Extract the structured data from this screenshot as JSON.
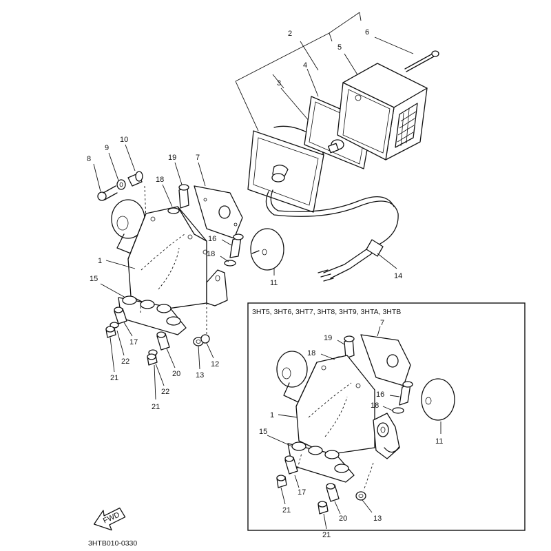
{
  "callouts": [
    {
      "id": "c2",
      "text": "2"
    },
    {
      "id": "c3",
      "text": "3"
    },
    {
      "id": "c4",
      "text": "4"
    },
    {
      "id": "c5",
      "text": "5"
    },
    {
      "id": "c6",
      "text": "6"
    },
    {
      "id": "c7",
      "text": "7"
    },
    {
      "id": "c8",
      "text": "8"
    },
    {
      "id": "c9",
      "text": "9"
    },
    {
      "id": "c10",
      "text": "10"
    },
    {
      "id": "c19",
      "text": "19"
    },
    {
      "id": "c18",
      "text": "18"
    },
    {
      "id": "c16",
      "text": "16"
    },
    {
      "id": "c18b",
      "text": "18"
    },
    {
      "id": "c1",
      "text": "1"
    },
    {
      "id": "c15",
      "text": "15"
    },
    {
      "id": "c11",
      "text": "11"
    },
    {
      "id": "c14",
      "text": "14"
    },
    {
      "id": "c17",
      "text": "17"
    },
    {
      "id": "c22",
      "text": "22"
    },
    {
      "id": "c21",
      "text": "21"
    },
    {
      "id": "c20",
      "text": "20"
    },
    {
      "id": "c22b",
      "text": "22"
    },
    {
      "id": "c21b",
      "text": "21"
    },
    {
      "id": "c13",
      "text": "13"
    },
    {
      "id": "c12",
      "text": "12"
    }
  ],
  "inset": {
    "title": "3HT5, 3HT6, 3HT7, 3HT8, 3HT9, 3HTA, 3HTB",
    "callouts": [
      {
        "id": "i7",
        "text": "7"
      },
      {
        "id": "i19",
        "text": "19"
      },
      {
        "id": "i18",
        "text": "18"
      },
      {
        "id": "i16",
        "text": "16"
      },
      {
        "id": "i18b",
        "text": "18"
      },
      {
        "id": "i1",
        "text": "1"
      },
      {
        "id": "i11",
        "text": "11"
      },
      {
        "id": "i15",
        "text": "15"
      },
      {
        "id": "i17",
        "text": "17"
      },
      {
        "id": "i21",
        "text": "21"
      },
      {
        "id": "i20",
        "text": "20"
      },
      {
        "id": "i13",
        "text": "13"
      },
      {
        "id": "i21b",
        "text": "21"
      }
    ]
  },
  "fwd_label": "FWD",
  "diagram_code": "3HTB010-0330"
}
